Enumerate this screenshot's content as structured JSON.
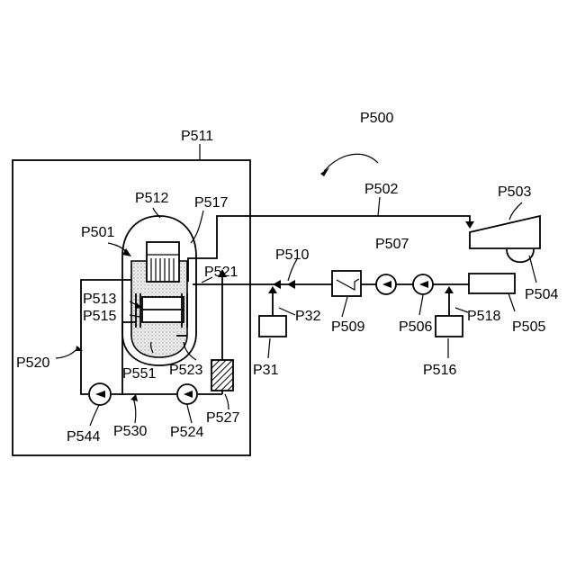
{
  "labels": {
    "p500": "P500",
    "p511": "P511",
    "p512": "P512",
    "p517": "P517",
    "p501": "P501",
    "p502": "P502",
    "p503": "P503",
    "p510": "P510",
    "p507": "P507",
    "p521": "P521",
    "p513": "P513",
    "p515": "P515",
    "p32": "P32",
    "p509": "P509",
    "p506": "P506",
    "p518": "P518",
    "p504": "P504",
    "p505": "P505",
    "p520": "P520",
    "p551": "P551",
    "p523": "P523",
    "p31": "P31",
    "p516": "P516",
    "p527": "P527",
    "p544": "P544",
    "p530": "P530",
    "p524": "P524"
  }
}
